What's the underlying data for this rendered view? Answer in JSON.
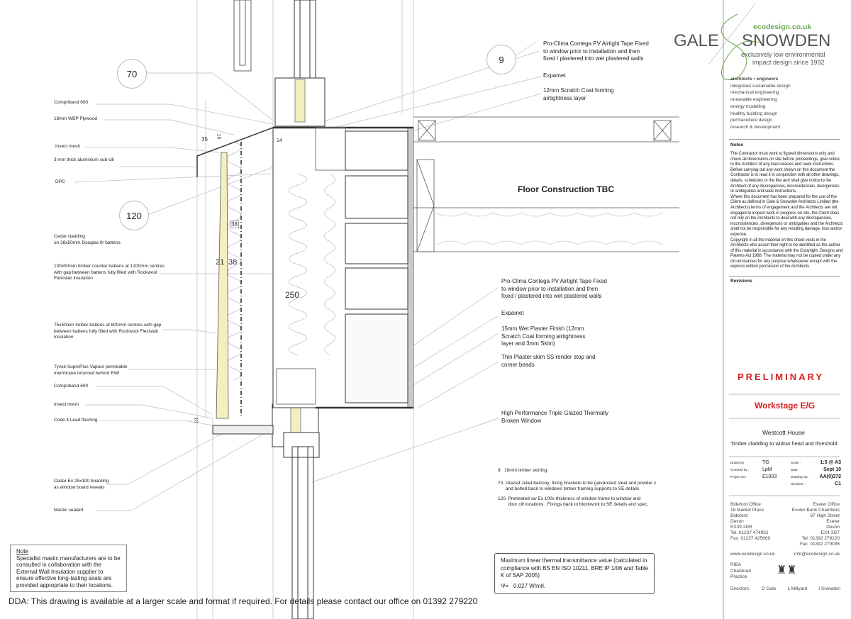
{
  "left_labels": [
    [
      "Compriband 600"
    ],
    [
      "18mm WBP Plywood"
    ],
    [
      "Insect mesh"
    ],
    [
      "3 mm thick aluminium sub-cill"
    ],
    [
      "DPC"
    ],
    [
      "Cedar cladding",
      "on 38x50mm Douglas fir battens."
    ],
    [
      "100x50mm timber counter battens at 1200mm centres",
      "with gap between battens fully filled with Rockwool",
      "Flexislab insulation"
    ],
    [
      "75x50mm timber  battens at 600mm centres with gap",
      "between battens fully filled with Rockwool Flexislab",
      "insulation"
    ],
    [
      "Tyvek SuproPlus Vapour permeable",
      "membrane returned behind EWI"
    ],
    [
      "Compriband 600"
    ],
    [
      "Insect mesh"
    ],
    [
      "Code 4 Lead flashing"
    ],
    [
      "Cedar Ex 25x100 boarding",
      "as window board reveals"
    ],
    [
      "Mastic sealant"
    ]
  ],
  "right_labels": [
    [
      "Pro-Clima Contega PV Airtight Tape Fixed",
      "to window prior to installation and then",
      "fixed / plastered into wet plastered walls"
    ],
    [
      "Expamet"
    ],
    [
      "12mm Scratch Coat forming",
      "airtightness layer"
    ],
    [
      "Pro-Clima Contega PV Airtight Tape Fixed",
      "to window prior to installation and then",
      "fixed / plastered into wet plastered walls"
    ],
    [
      "Expamet"
    ],
    [
      "15mm Wet Plaster Finish (12mm",
      "Scratch Coat forming airtightness",
      "layer and 3mm Skim)"
    ],
    [
      "Thin Plaster skim SS render stop and",
      "corner beads"
    ],
    [
      "High Performance Triple Glazed Thermally",
      "Broken Window"
    ]
  ],
  "floor_label": "Floor Construction TBC",
  "callouts": {
    "c70": "70",
    "c120": "120",
    "c9": "9"
  },
  "dimensions": {
    "d35": "35",
    "d15": "15",
    "d14": "14",
    "d38a": "38",
    "d21": "21",
    "d38b": "38",
    "d250": "250",
    "d10": "10"
  },
  "key_notes": [
    [
      "9.  18mm timber skirting."
    ],
    [
      "70. Glazed Juliet balcony; fixing brackets to be galvanized steel and powder c",
      "      and bolted back to windows timber framing supports to SE details"
    ],
    [
      "120. Pretreated sw Ex 100x thickness of window frame to window and",
      "        door cill locations.  Fixings back to blockwork to SE details and spec."
    ]
  ],
  "thermal_box": {
    "text": [
      "Maximum linear thermal transmittance value (calculated in",
      "compliance with BS EN ISO 10211, BRE IP 1/06 and Table",
      "K of SAP 2005)"
    ],
    "psi_symbol": "Ψ=",
    "psi_value": "0.027 W/mK"
  },
  "note_box": {
    "title": "Note",
    "text": [
      "Specialist mastic manufacturers are to be",
      "consulted in collaboration with the",
      "External Wall Insulation supplier to",
      "ensure effective long-lasting seals are",
      "provided appropriate to their locations."
    ]
  },
  "dda": "DDA: This drawing is available at a larger scale and format if required. For details please contact our office on 01392 279220",
  "title_block": {
    "logo": {
      "gale": "GALE",
      "snowden": "SNOWDEN",
      "web": "ecodesign.co.uk",
      "tag1": "exclusively low environmental",
      "tag2": "impact design since 1992"
    },
    "services": [
      "architects  •  engineers",
      "integrated sustainable design",
      "mechanical engineering",
      "renewable engineering",
      "energy modelling",
      "healthy building design",
      "permaculture design",
      "research & development"
    ],
    "notes_title": "Notes",
    "notes": "The Contractor must work to figured dimensions only and check all dimensions on site before proceedings, give notice to the Architect of any inaccuracies and seek instructions.\nBefore carrying out any work shown on this document the Contractor is to read it in conjunction with all other drawings, details, schedules or the like and shall give notice to the Architect of any discrepancies, inconsistencies, divergences or ambiguities and seek instructions.\nWhere this document has been prepared for the use of the Client as defined in Gale & Snowden Architects Limited (the Architects) terms of engagement and the Architects are not engaged to inspect work in progress on site, the Client does not rely on the Architects to deal with any discrepancies, inconsistencies, divergences or ambiguities and the Architects shall not be responsible for any resulting damage, loss and/or expense.\nCopyright in all the material on this sheet vests in the Architects who assert their right to be identified as the author of this material in accordance with the Copyright, Designs and Patents Act 1988. The material may not be copied under any circumstances for any purpose whatsoever except with the express written permission of the Architects.",
    "revisions_title": "Revisions",
    "status": "PRELIMINARY",
    "workstage": "Workstage E/G",
    "project": "Westcott House",
    "drawing_title": "Timber cladding to widow head and threshold",
    "info": [
      {
        "label": "Drawn by :",
        "value": "TG",
        "label2": "Scale :",
        "value2": "1:5 @ A3"
      },
      {
        "label": "Checked by :",
        "value": "LpM",
        "label2": "Date :",
        "value2": "Sept 10"
      },
      {
        "label": "Project No :",
        "value": "E1003",
        "label2": "Drawing No:",
        "value2": "AA(0)372"
      },
      {
        "label": "",
        "value": "",
        "label2": "Revision :",
        "value2": "C1"
      }
    ],
    "bideford": [
      "Bideford Office",
      "18 Market Place",
      "Bideford",
      "Devon",
      "EX39 2DR",
      "Tel. 01237 474952",
      "Fax. 01237 425669"
    ],
    "exeter": [
      "Exeter Office",
      "Exeter Bank Chambers",
      "67 High Street",
      "Exeter",
      "Devon",
      "EX4 3DT",
      "Tel. 01392 279220",
      "Fax. 01392 279036"
    ],
    "web": "www.ecodesign.co.uk",
    "email": "info@ecodesign.co.uk",
    "riba": [
      "RIBA",
      "Chartered",
      "Practice"
    ],
    "directors_label": "Directors:",
    "directors": [
      "D Gale",
      "L Millyard",
      "I Snowden"
    ],
    "colors": {
      "red": "#d42020",
      "green": "#6aa84f",
      "gray": "#555555"
    }
  }
}
